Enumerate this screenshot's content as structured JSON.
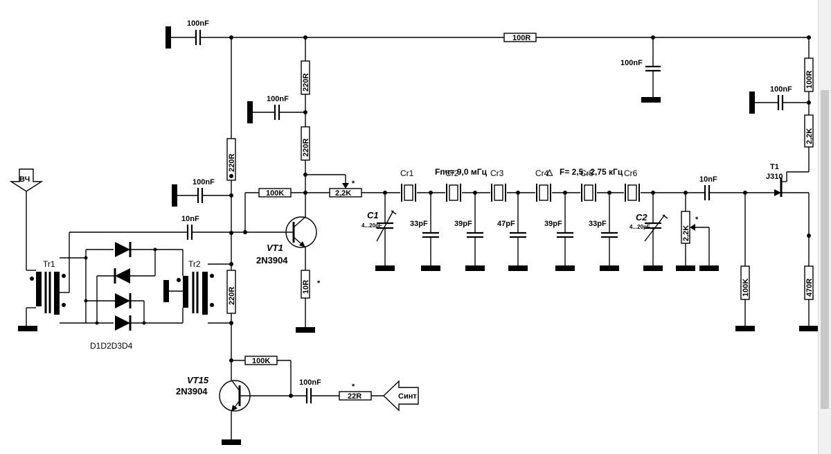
{
  "labels": {
    "in_vch": "ВЧ",
    "in_sint": "Синт",
    "tr1": "Tr1",
    "tr2": "Tr2",
    "diodes": "D1D2D3D4",
    "vt1_name": "VT1",
    "vt1_type": "2N3904",
    "vt15_name": "VT15",
    "vt15_type": "2N3904",
    "t1_name": "T1",
    "t1_type": "J310",
    "fpch": "Fпч= 9,0 мГц",
    "df_symbol": "△",
    "df": "F= 2,5...2,75 кГц",
    "star": "*"
  },
  "parts": {
    "c_top": "100nF",
    "c_vt1": "100nF",
    "c_left": "100nF",
    "c_10nf_left": "10nF",
    "c_synth": "100nF",
    "c_top_right": "100nF",
    "c_t1": "100nF",
    "c_10nf_right": "10nF",
    "r_top": "100R",
    "r_220_left_top": "220R",
    "r_220_left_bot": "220R",
    "r_vt1_a": "220R",
    "r_vt1_b": "220R",
    "r_100k_base": "100K",
    "r_pot": "2,2K",
    "r_10r": "10R",
    "r_100k_vt15": "100K",
    "r_22r": "22R",
    "r_100r_right": "100R",
    "r_2k2_right": "2,2K",
    "r_100k_gate": "100K",
    "r_470r": "470R",
    "r_pot2": "2,2K",
    "c1_name": "C1",
    "c1_range": "4...20pF",
    "c2_name": "C2",
    "c2_range": "4...20pF",
    "crystals": [
      "Cr1",
      "Cr2",
      "Cr3",
      "Cr4",
      "Cr5",
      "Cr6"
    ],
    "shunt_caps": [
      "33pF",
      "39pF",
      "47pF",
      "39pF",
      "33pF"
    ]
  }
}
